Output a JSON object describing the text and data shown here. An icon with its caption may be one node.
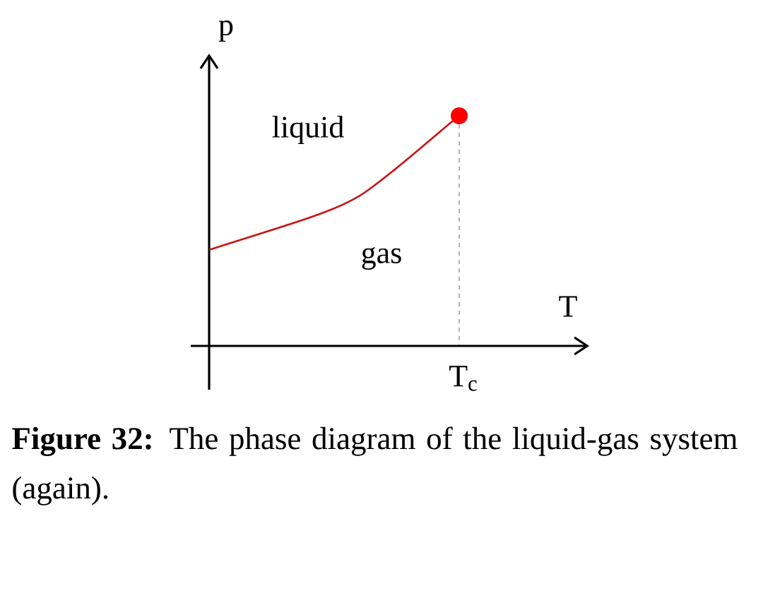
{
  "diagram": {
    "caption": "**Figure 32:** The phase diagram of the liquid-gas system (again).",
    "labels": [
      "p",
      "liquid",
      "gas",
      "T",
      "T$_{c}$"
    ]
  }
}
